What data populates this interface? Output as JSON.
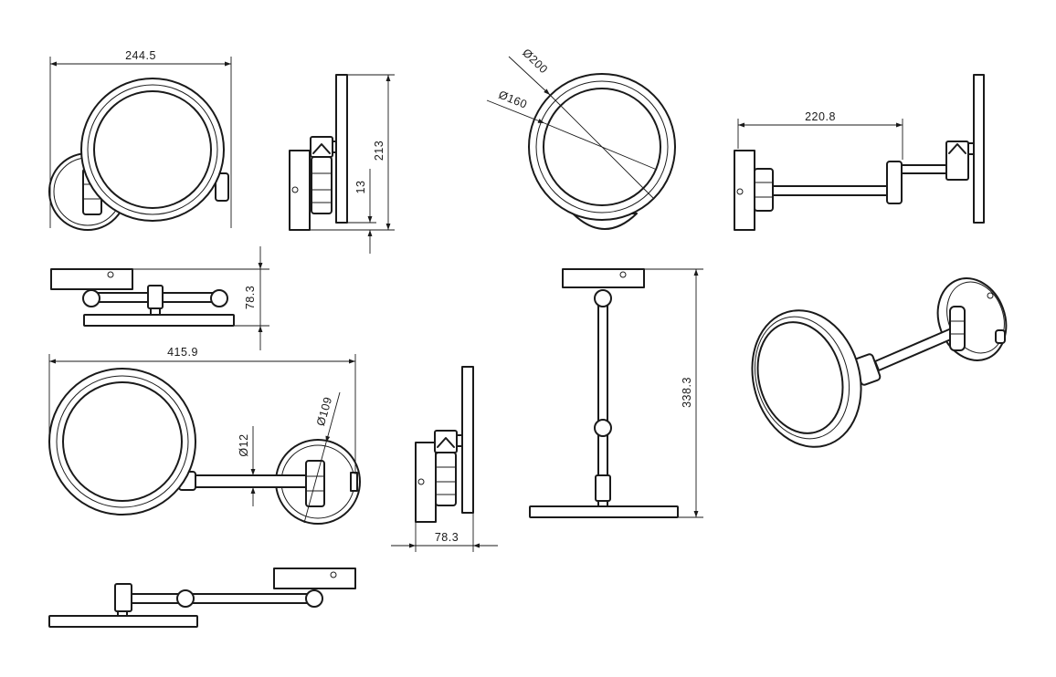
{
  "dimensions": {
    "width_front": "244.5",
    "height_side": "213",
    "offset_side": "13",
    "diameter_mirror_outer": "Ø200",
    "diameter_mirror_inner": "Ø160",
    "extension_side": "220.8",
    "depth_top": "78.3",
    "length_extended": "415.9",
    "diameter_arm": "Ø12",
    "diameter_wall_plate": "Ø109",
    "depth_side_folded": "78.3",
    "height_extended": "338.3"
  }
}
